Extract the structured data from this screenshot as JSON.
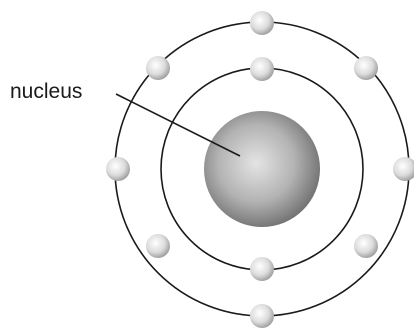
{
  "diagram": {
    "labels": {
      "nucleus": "nucleus"
    },
    "shells": [
      {
        "name": "inner-shell",
        "electron_count": 2
      },
      {
        "name": "outer-shell",
        "electron_count": 8
      }
    ],
    "colors": {
      "orbit": "#1a1a1a",
      "nucleus_light": "#e0e0e0",
      "nucleus_dark": "#6e6e6e",
      "electron_light": "#ffffff",
      "electron_dark": "#9a9a9a",
      "leader_line": "#1a1a1a"
    }
  }
}
